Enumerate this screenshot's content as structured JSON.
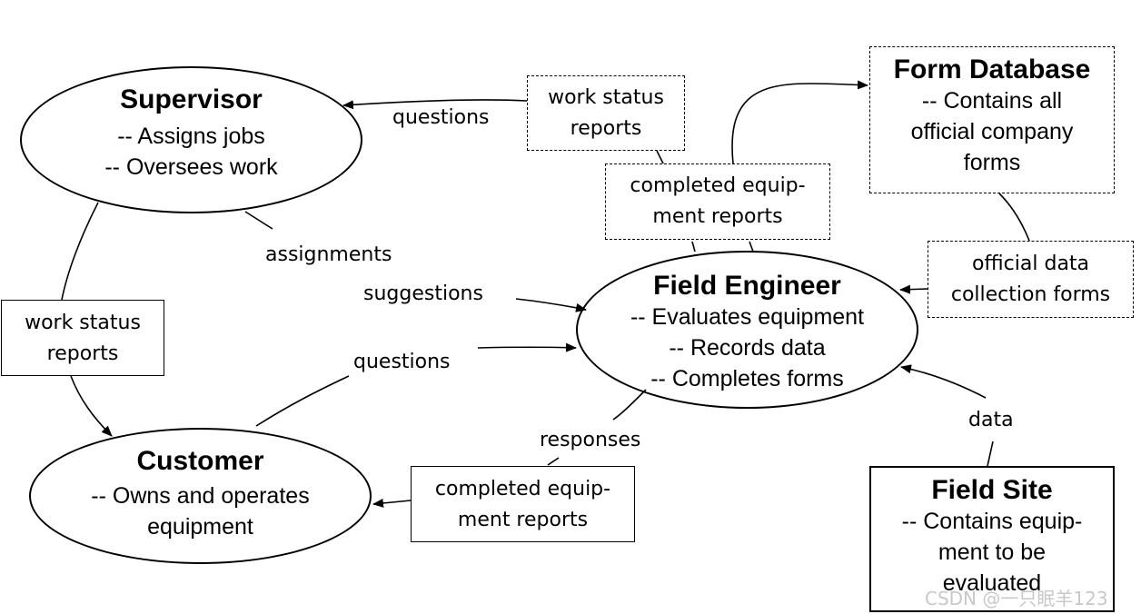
{
  "nodes": {
    "supervisor": {
      "title": "Supervisor",
      "lines": [
        "-- Assigns jobs",
        "-- Oversees work"
      ]
    },
    "customer": {
      "title": "Customer",
      "lines": [
        "-- Owns and operates",
        "equipment"
      ]
    },
    "field_engineer": {
      "title": "Field Engineer",
      "lines": [
        "-- Evaluates equipment",
        "-- Records data",
        "-- Completes forms"
      ]
    },
    "form_database": {
      "title": "Form Database",
      "lines": [
        "-- Contains all",
        "official company",
        "forms"
      ]
    },
    "field_site": {
      "title": "Field Site",
      "lines": [
        "-- Contains equip-",
        "ment to be",
        "evaluated"
      ]
    }
  },
  "flows": {
    "work_status_reports_top": [
      "work status",
      "reports"
    ],
    "completed_reports_top": [
      "completed equip-",
      "ment reports"
    ],
    "official_forms": [
      "official data",
      "collection forms"
    ],
    "work_status_reports_left": [
      "work status",
      "reports"
    ],
    "completed_reports_bottom": [
      "completed equip-",
      "ment reports"
    ]
  },
  "labels": {
    "questions_top": "questions",
    "assignments": "assignments",
    "suggestions": "suggestions",
    "questions_mid": "questions",
    "responses": "responses",
    "data": "data"
  },
  "watermark": "CSDN @一只眠羊123"
}
